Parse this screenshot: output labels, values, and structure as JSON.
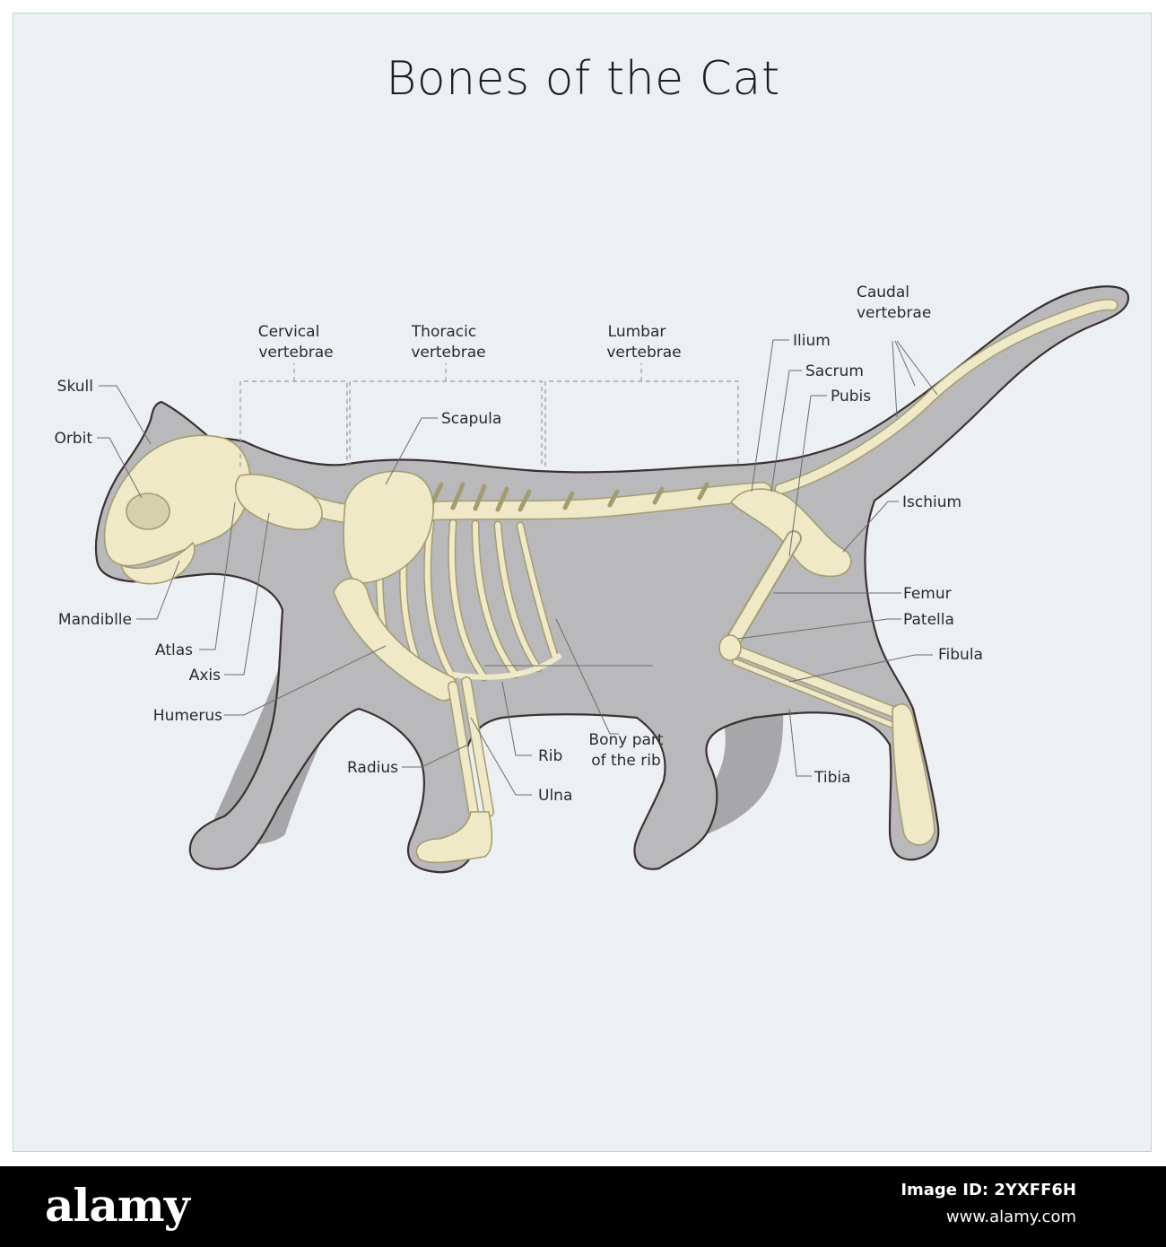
{
  "title": "Bones of the Cat",
  "labels": {
    "skull": "Skull",
    "orbit": "Orbit",
    "mandible": "Mandiblle",
    "atlas": "Atlas",
    "axis": "Axis",
    "humerus": "Humerus",
    "radius": "Radius",
    "rib": "Rib",
    "ulna": "Ulna",
    "bony_part_1": "Bony part",
    "bony_part_2": "of the rib",
    "cervical_1": "Cervical",
    "cervical_2": "vertebrae",
    "thoracic_1": "Thoracic",
    "thoracic_2": "vertebrae",
    "lumbar_1": "Lumbar",
    "lumbar_2": "vertebrae",
    "scapula": "Scapula",
    "ilium": "Ilium",
    "sacrum": "Sacrum",
    "pubis": "Pubis",
    "caudal_1": "Caudal",
    "caudal_2": "vertebrae",
    "ischium": "Ischium",
    "femur": "Femur",
    "patella": "Patella",
    "fibula": "Fibula",
    "tibia": "Tibia"
  },
  "colors": {
    "background": "#edf0f2",
    "body": "#b9b9bb",
    "bone": "#efe9c7",
    "outline": "#3a3232"
  },
  "footer": {
    "logo": "alamy",
    "image_id": "Image ID: 2YXFF6H",
    "url": "www.alamy.com"
  }
}
